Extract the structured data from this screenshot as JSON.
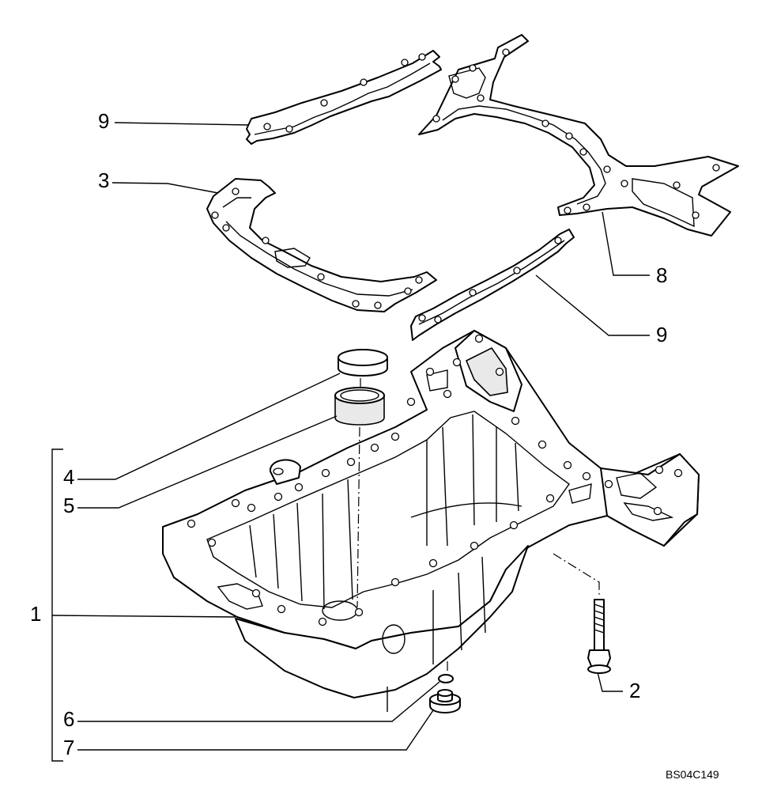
{
  "callouts": {
    "c1": "1",
    "c2": "2",
    "c3": "3",
    "c4": "4",
    "c5": "5",
    "c6": "6",
    "c7": "7",
    "c8": "8",
    "c9_top": "9",
    "c9_mid": "9"
  },
  "figure_code": "BS04C149"
}
